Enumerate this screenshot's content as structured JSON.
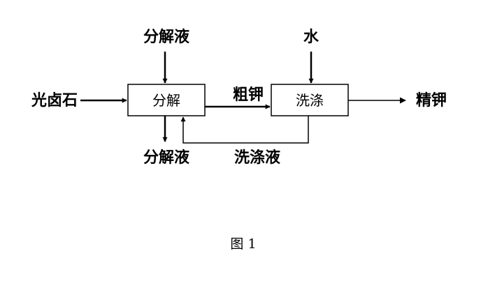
{
  "diagram": {
    "boxes": {
      "decompose": "分解",
      "wash": "洗涤"
    },
    "labels": {
      "input_ore": "光卤石",
      "decompose_liquor_top": "分解液",
      "decompose_liquor_bottom": "分解液",
      "crude_potassium": "粗钾",
      "water": "水",
      "fine_potassium": "精钾",
      "wash_liquor": "洗涤液"
    }
  },
  "caption": "图 1"
}
